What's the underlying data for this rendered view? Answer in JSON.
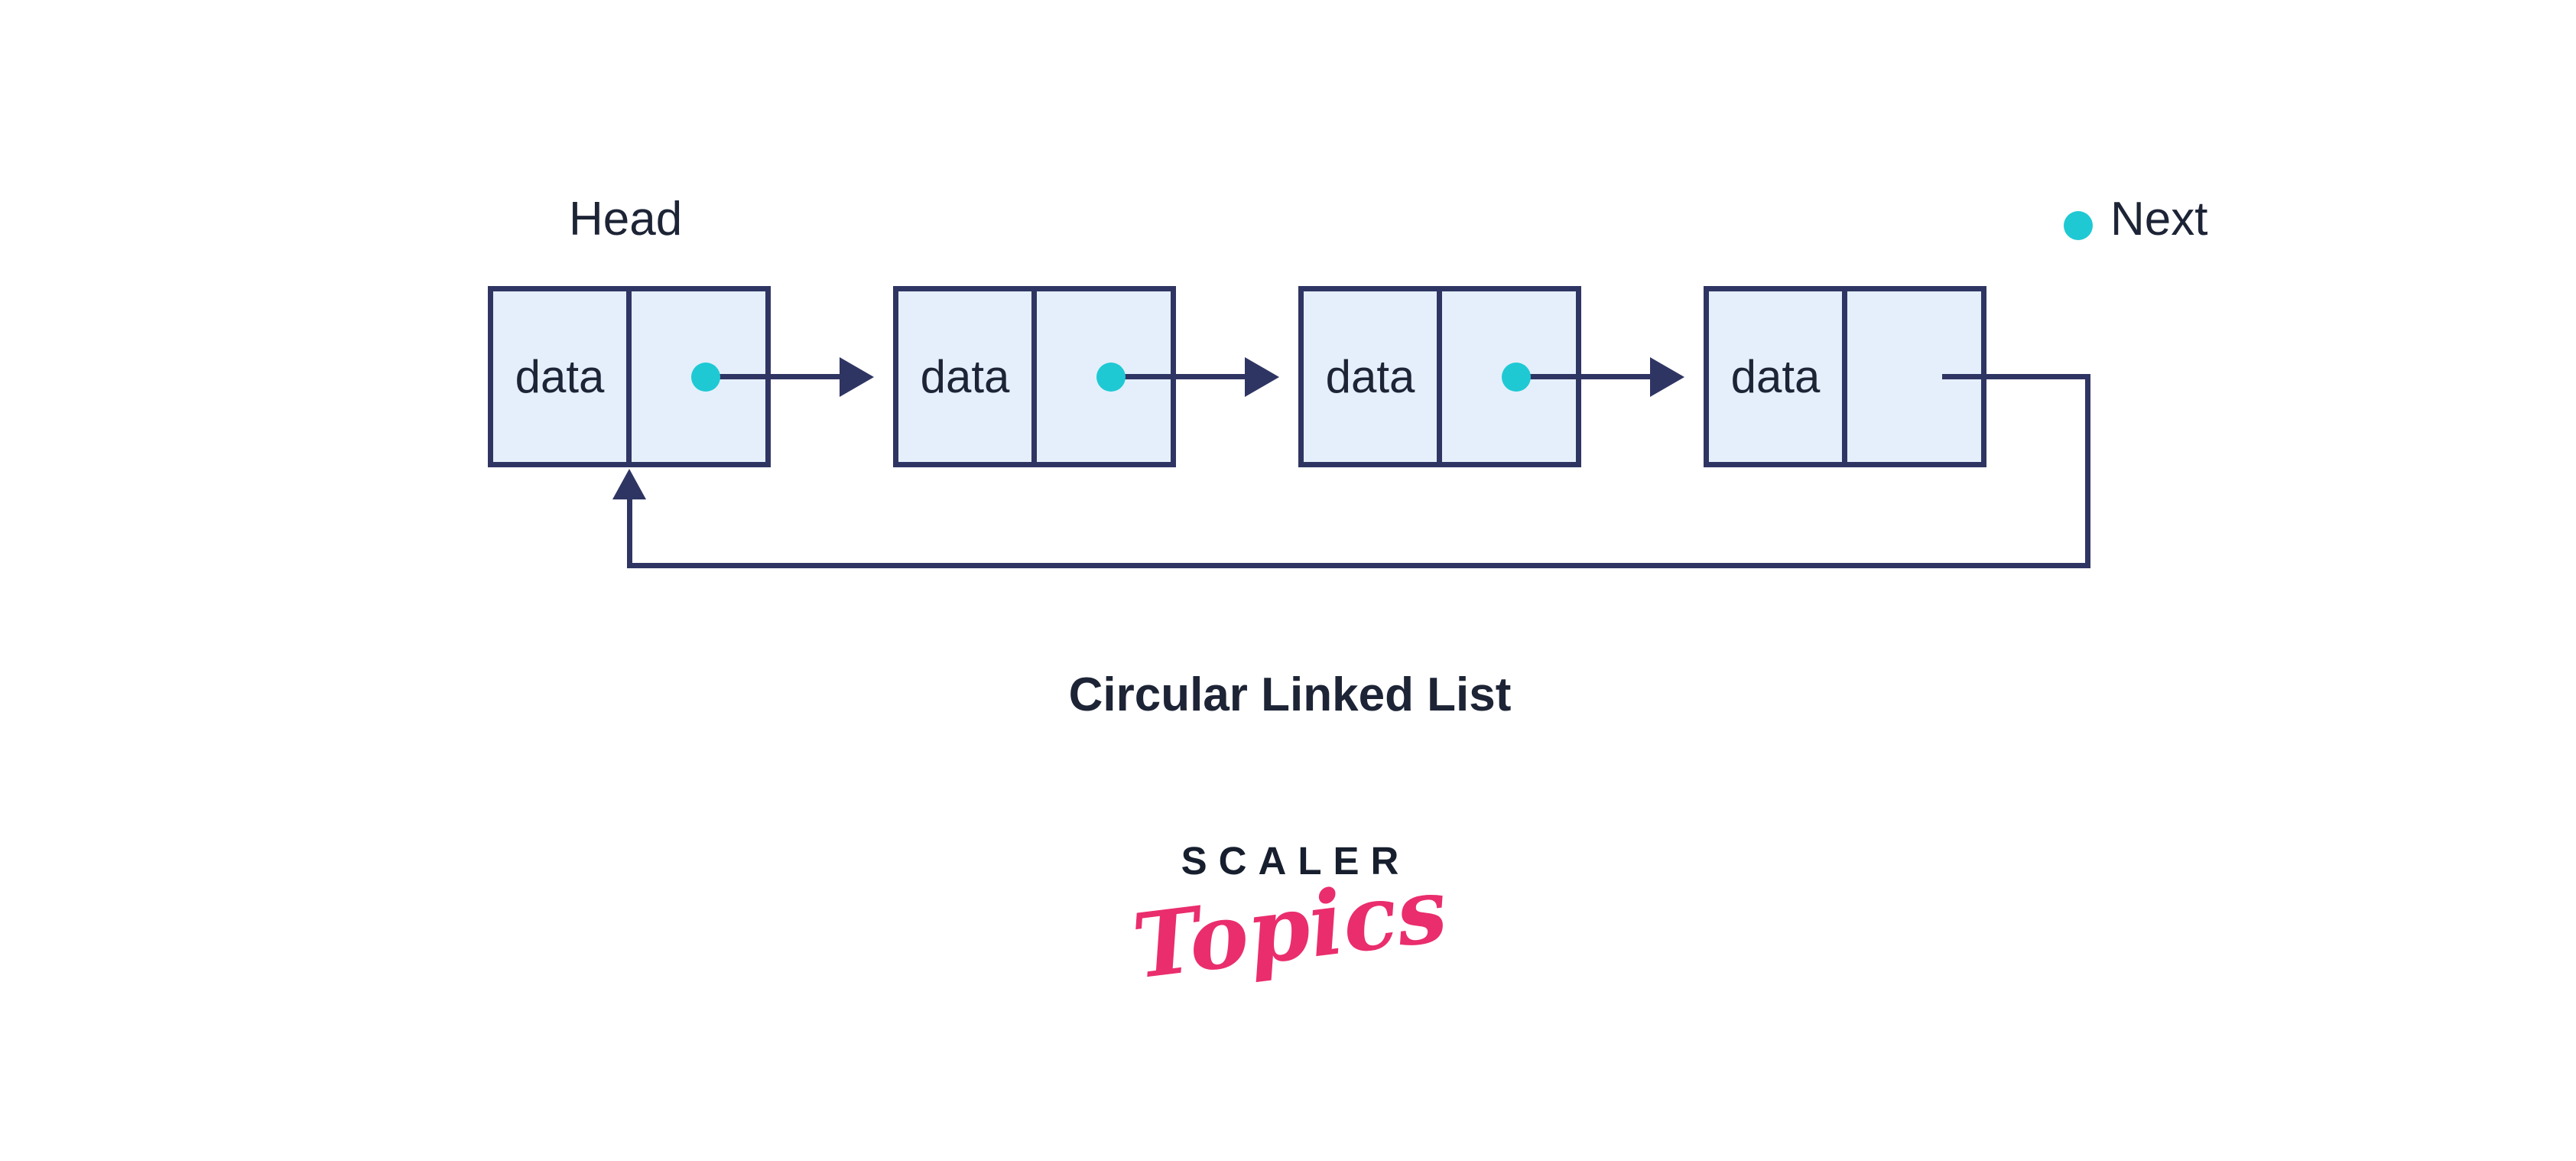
{
  "diagram": {
    "title": "Circular Linked List",
    "head_label": "Head",
    "legend": {
      "label": "Next",
      "symbol": "teal-dot"
    },
    "nodes": [
      {
        "data_label": "data",
        "has_next_dot": true
      },
      {
        "data_label": "data",
        "has_next_dot": true
      },
      {
        "data_label": "data",
        "has_next_dot": true
      },
      {
        "data_label": "data",
        "has_next_dot": false
      }
    ],
    "links": [
      {
        "from": "node-1",
        "to": "node-2"
      },
      {
        "from": "node-2",
        "to": "node-3"
      },
      {
        "from": "node-3",
        "to": "node-4"
      },
      {
        "from": "node-4",
        "to": "node-1",
        "circular": true
      }
    ],
    "colors": {
      "background": "#ffffff",
      "node_fill": "#e4effb",
      "line": "#2f3563",
      "text": "#1d2436",
      "pointer_dot": "#1ec9d4",
      "brand_pink": "#ea2d6d",
      "brand_ink": "#171f2e"
    },
    "branding": {
      "line1": "SCALER",
      "line2": "Topics"
    }
  }
}
